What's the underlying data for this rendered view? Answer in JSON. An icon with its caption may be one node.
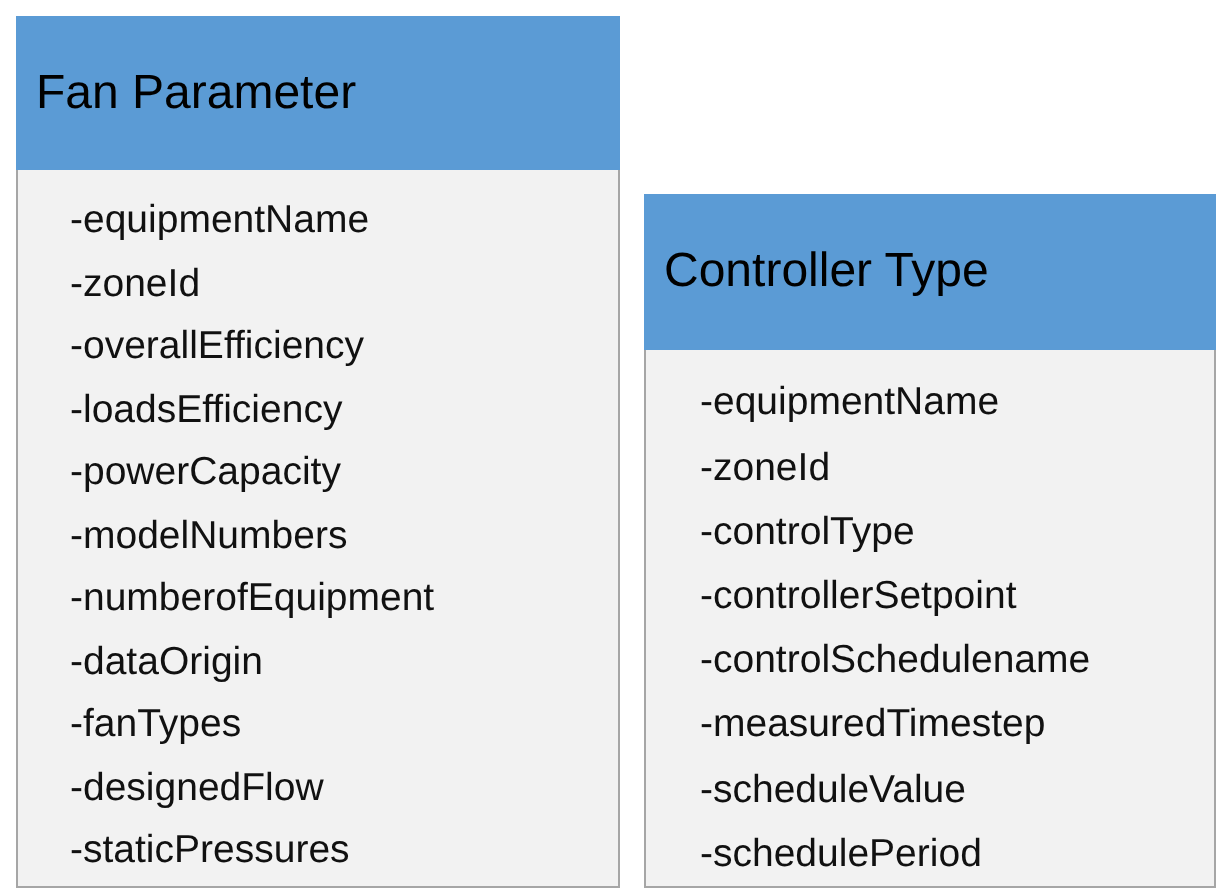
{
  "diagram": {
    "nodes": [
      {
        "text": [
          "Fan Parameter",
          "-equipmentName",
          "-zoneId",
          "-overallEfficiency",
          "-loadsEfficiency",
          "-powerCapacity",
          "-modelNumbers",
          "-numberofEquipment",
          "-dataOrigin",
          "-fanTypes",
          "-designedFlow",
          "-staticPressures"
        ]
      },
      {
        "text": [
          "Controller Type",
          "-equipmentName",
          "-zoneId",
          "-controlType",
          "-controllerSetpoint",
          "-controlSchedulename",
          "-measuredTimestep",
          "-scheduleValue",
          "-schedulePeriod"
        ]
      }
    ]
  }
}
